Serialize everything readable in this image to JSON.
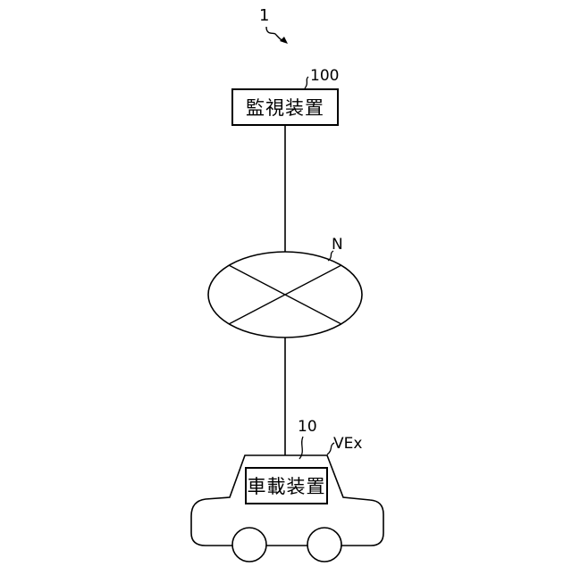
{
  "diagram": {
    "system_ref": "1",
    "monitor_device": {
      "label": "監視装置",
      "ref": "100"
    },
    "network": {
      "ref": "N"
    },
    "vehicle": {
      "ref": "VEx",
      "device": {
        "label": "車載装置",
        "ref": "10"
      }
    }
  }
}
